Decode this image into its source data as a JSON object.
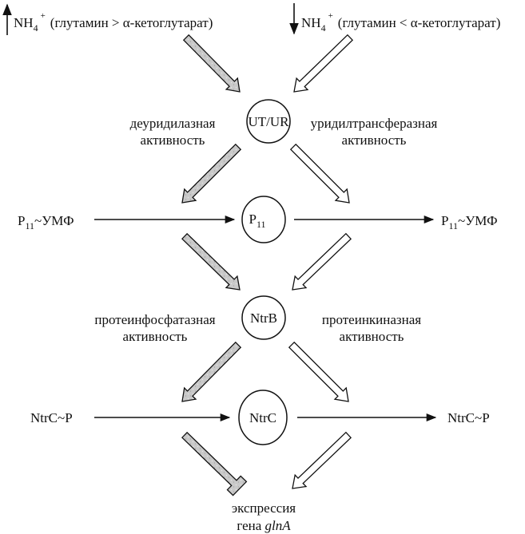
{
  "signals": {
    "up": {
      "icon": "arrow-up-icon",
      "species": "NH",
      "species_sub": "4",
      "species_sup": "+",
      "condition": "(глутамин > α-кетоглутарат)"
    },
    "down": {
      "icon": "arrow-down-icon",
      "species": "NH",
      "species_sub": "4",
      "species_sup": "+",
      "condition": "(глутамин < α-кетоглутарат)"
    }
  },
  "nodes": {
    "utur": {
      "label": "UT/UR"
    },
    "p11": {
      "label": "P",
      "sub": "11"
    },
    "ntrb": {
      "label": "NtrB"
    },
    "ntrc": {
      "label": "NtrC"
    }
  },
  "activities": {
    "utur_left": {
      "line1": "деуридилазная",
      "line2": "активность"
    },
    "utur_right": {
      "line1": "уридилтрансферазная",
      "line2": "активность"
    },
    "ntrb_left": {
      "line1": "протеинфосфатазная",
      "line2": "активность"
    },
    "ntrb_right": {
      "line1": "протеинкиназная",
      "line2": "активность"
    }
  },
  "side_labels": {
    "p11_left": {
      "label": "P",
      "sub": "11",
      "suffix": "~УМФ"
    },
    "p11_right": {
      "label": "P",
      "sub": "11",
      "suffix": "~УМФ"
    },
    "ntrc_left": {
      "label": "NtrC~P"
    },
    "ntrc_right": {
      "label": "NtrC~P"
    }
  },
  "output": {
    "line1": "экспрессия",
    "line2_prefix": "гена ",
    "line2_gene": "glnA"
  },
  "legend_colors": {
    "left_pathway_fill": "#c8c8c8",
    "right_pathway_fill": "#ffffff",
    "stroke": "#111111"
  }
}
